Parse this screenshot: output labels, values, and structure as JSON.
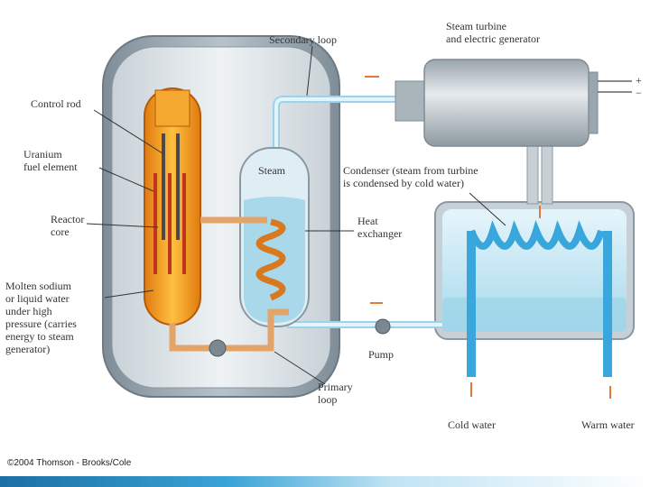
{
  "labels": {
    "secondary_loop": "Secondary loop",
    "steam_turbine": "Steam turbine\nand electric generator",
    "control_rod": "Control rod",
    "uranium_fuel": "Uranium\nfuel element",
    "reactor_core": "Reactor\ncore",
    "molten_sodium": "Molten sodium\nor liquid water\nunder high\npressure (carries\nenergy to steam\ngenerator)",
    "steam": "Steam",
    "condenser": "Condenser (steam from turbine\nis condensed by cold water)",
    "heat_exchanger": "Heat\nexchanger",
    "pump": "Pump",
    "primary_loop": "Primary\nloop",
    "cold_water": "Cold water",
    "warm_water": "Warm water",
    "plus": "+",
    "minus": "−"
  },
  "credit": "©2004 Thomson - Brooks/Cole",
  "colors": {
    "vessel": "#8a9aa6",
    "core": "#f0a020",
    "coolant": "#a9d8ea",
    "pipe": "#bfe4f2",
    "arrow": "#e07a3a"
  }
}
